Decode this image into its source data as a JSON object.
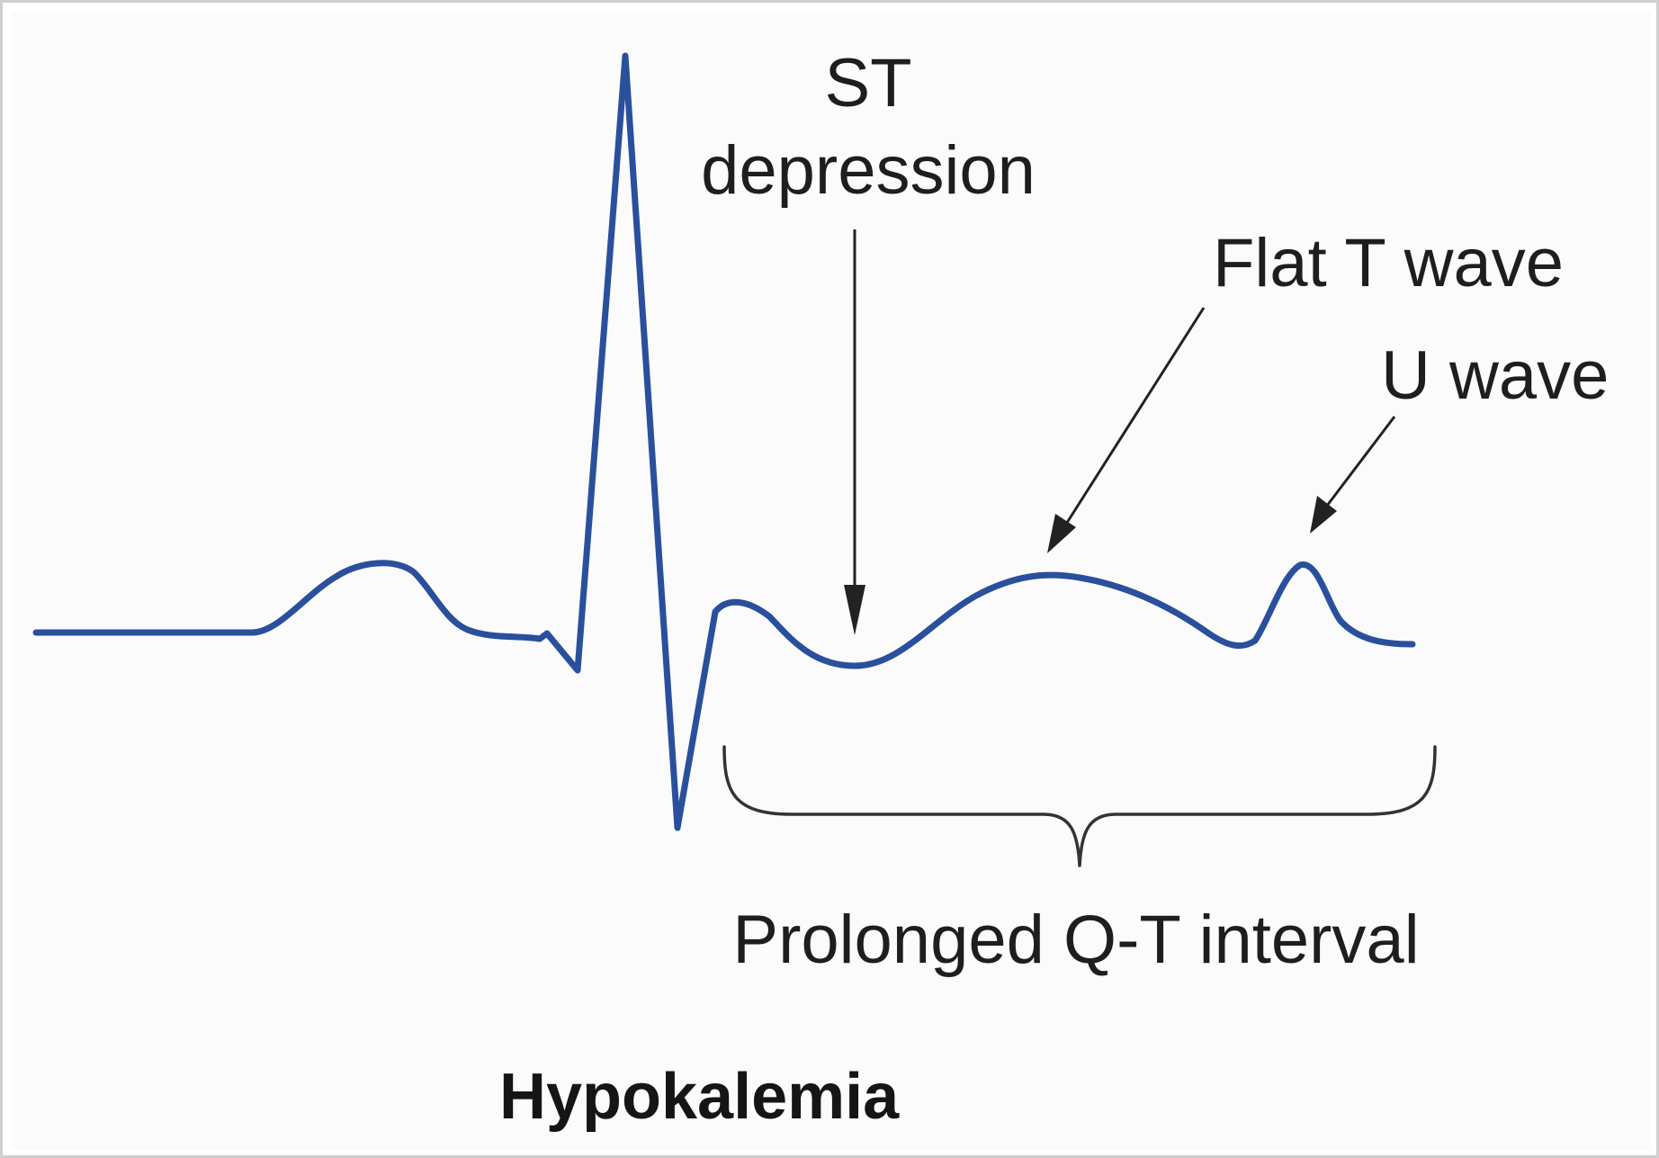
{
  "diagram": {
    "title": "Hypokalemia",
    "annotations": {
      "st_depression_line1": "ST",
      "st_depression_line2": "depression",
      "flat_t_wave": "Flat T wave",
      "u_wave": "U wave",
      "interval": "Prolonged Q-T interval"
    },
    "colors": {
      "trace": "#2a4f9c",
      "text": "#1e1e1e",
      "pointer": "#222222"
    }
  }
}
